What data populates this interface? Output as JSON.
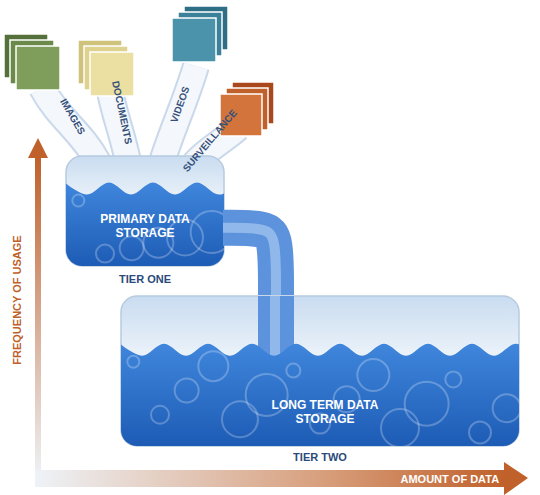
{
  "diagram": {
    "nodes": [
      {
        "text": [
          "PRIMARY DATA STORAGE",
          "TIER ONE"
        ]
      },
      {
        "text": [
          "LONG TERM DATA STORAGE",
          "TIER TWO"
        ]
      }
    ],
    "edges": [
      {
        "from": 0,
        "to": 1,
        "arrow": "none"
      }
    ],
    "labels": [
      "IMAGES",
      "DOCUMENTS",
      "VIDEOS",
      "SURVEILLANCE",
      "FREQUENCY OF USAGE",
      "AMOUNT OF DATA"
    ]
  }
}
